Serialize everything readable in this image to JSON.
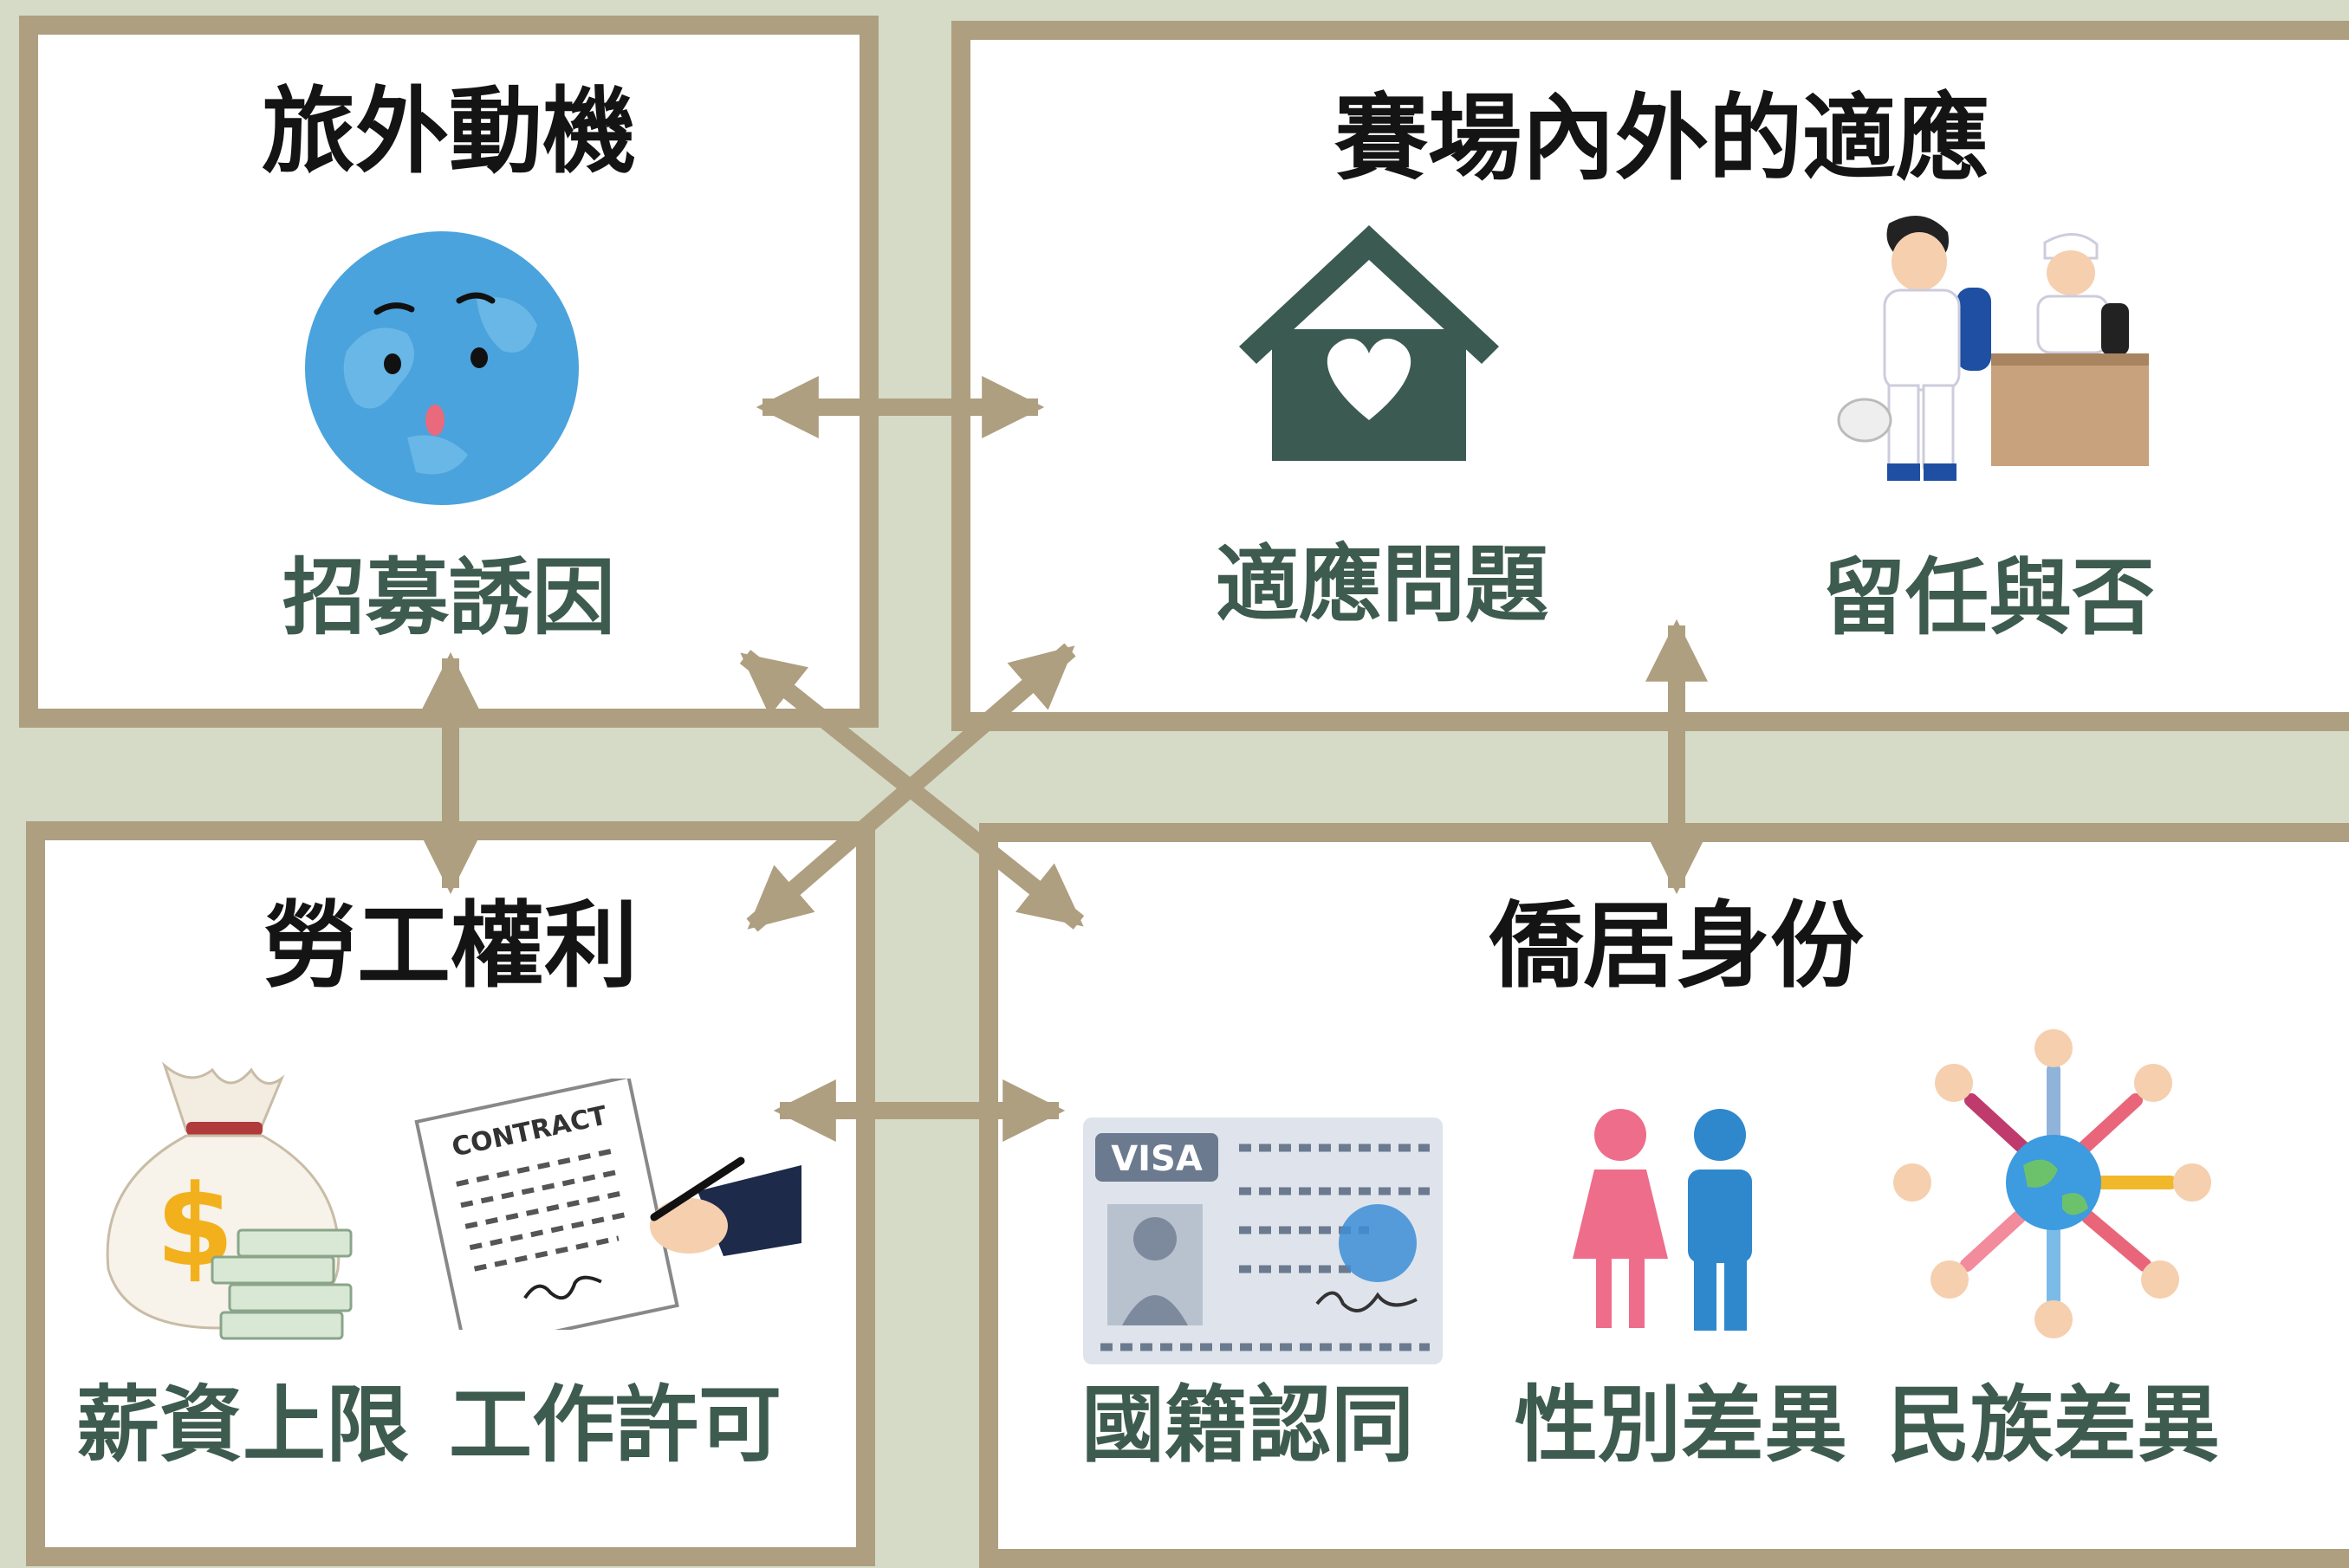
{
  "panels": {
    "motivation": {
      "title": "旅外動機",
      "labels": [
        "招募誘因"
      ]
    },
    "adaptation": {
      "title": "賽場內外的適應",
      "labels": [
        "適應問題",
        "留任與否"
      ]
    },
    "labor": {
      "title": "勞工權利",
      "labels": [
        "薪資上限",
        "工作許可"
      ]
    },
    "identity": {
      "title": "僑居身份",
      "labels": [
        "國籍認同",
        "性別差異",
        "民族差異"
      ]
    }
  },
  "illustrations": {
    "contract_heading": "CONTRACT",
    "visa_heading": "VISA",
    "dollar_sign": "$"
  },
  "icons": [
    "earth-globe-icon",
    "house-heart-icon",
    "player-coach-icon",
    "money-bag-icon",
    "contract-icon",
    "visa-card-icon",
    "man-woman-icon",
    "people-around-globe-icon"
  ],
  "colors": {
    "background": "#d6dbc7",
    "panel_border": "#ae9f80",
    "arrow": "#ae9f80",
    "title_text": "#141414",
    "label_text": "#3e5b50",
    "house": "#3b5b52",
    "globe": "#4aa3dc",
    "female": "#ee6d8a",
    "male": "#2f88cc"
  }
}
